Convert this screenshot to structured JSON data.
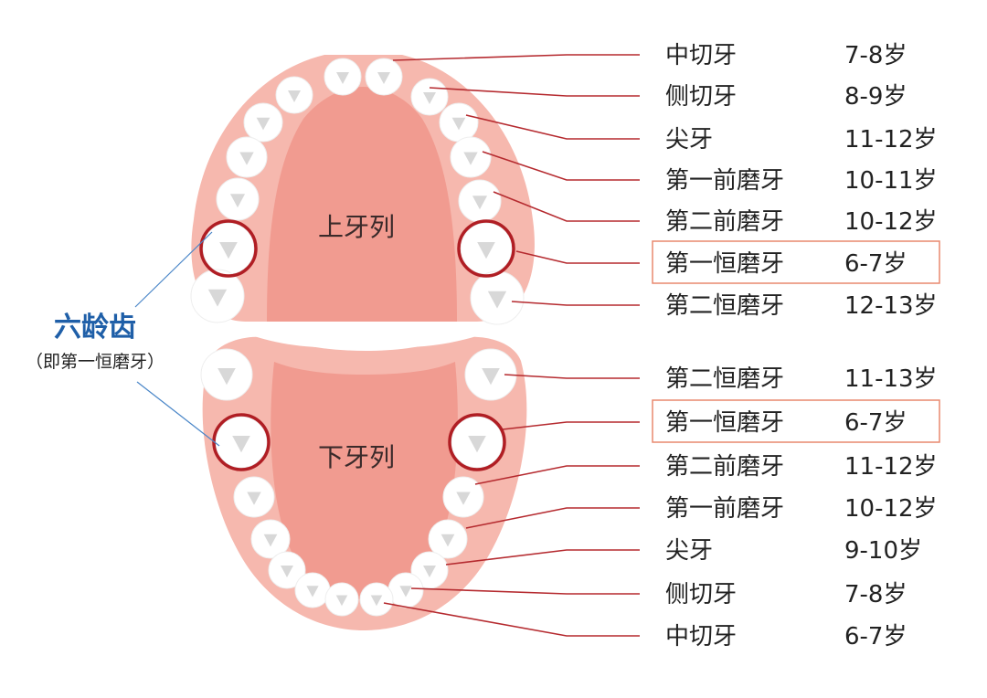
{
  "diagram": {
    "upper_label": "上牙列",
    "lower_label": "下牙列",
    "left_title": "六龄齿",
    "left_subtitle": "（即第一恒磨牙）",
    "upper_rows": [
      {
        "name": "中切牙",
        "age": "7-8岁",
        "highlight": false
      },
      {
        "name": "侧切牙",
        "age": "8-9岁",
        "highlight": false
      },
      {
        "name": "尖牙",
        "age": "11-12岁",
        "highlight": false
      },
      {
        "name": "第一前磨牙",
        "age": "10-11岁",
        "highlight": false
      },
      {
        "name": "第二前磨牙",
        "age": "10-12岁",
        "highlight": false
      },
      {
        "name": "第一恒磨牙",
        "age": "6-7岁",
        "highlight": true
      },
      {
        "name": "第二恒磨牙",
        "age": "12-13岁",
        "highlight": false
      }
    ],
    "lower_rows": [
      {
        "name": "第二恒磨牙",
        "age": "11-13岁",
        "highlight": false
      },
      {
        "name": "第一恒磨牙",
        "age": "6-7岁",
        "highlight": true
      },
      {
        "name": "第二前磨牙",
        "age": "11-12岁",
        "highlight": false
      },
      {
        "name": "第一前磨牙",
        "age": "10-12岁",
        "highlight": false
      },
      {
        "name": "尖牙",
        "age": "9-10岁",
        "highlight": false
      },
      {
        "name": "侧切牙",
        "age": "7-8岁",
        "highlight": false
      },
      {
        "name": "中切牙",
        "age": "6-7岁",
        "highlight": false
      }
    ],
    "colors": {
      "gum": "#f6b8ae",
      "palate": "#f19b90",
      "tooth": "#ffffff",
      "tooth_shade": "#d8d8d8",
      "leader_line": "#b52a2f",
      "highlight_ring": "#b01e24",
      "highlight_box": "#e8896f",
      "left_callout_line": "#4a86c8",
      "left_title": "#1f5fa8"
    }
  }
}
